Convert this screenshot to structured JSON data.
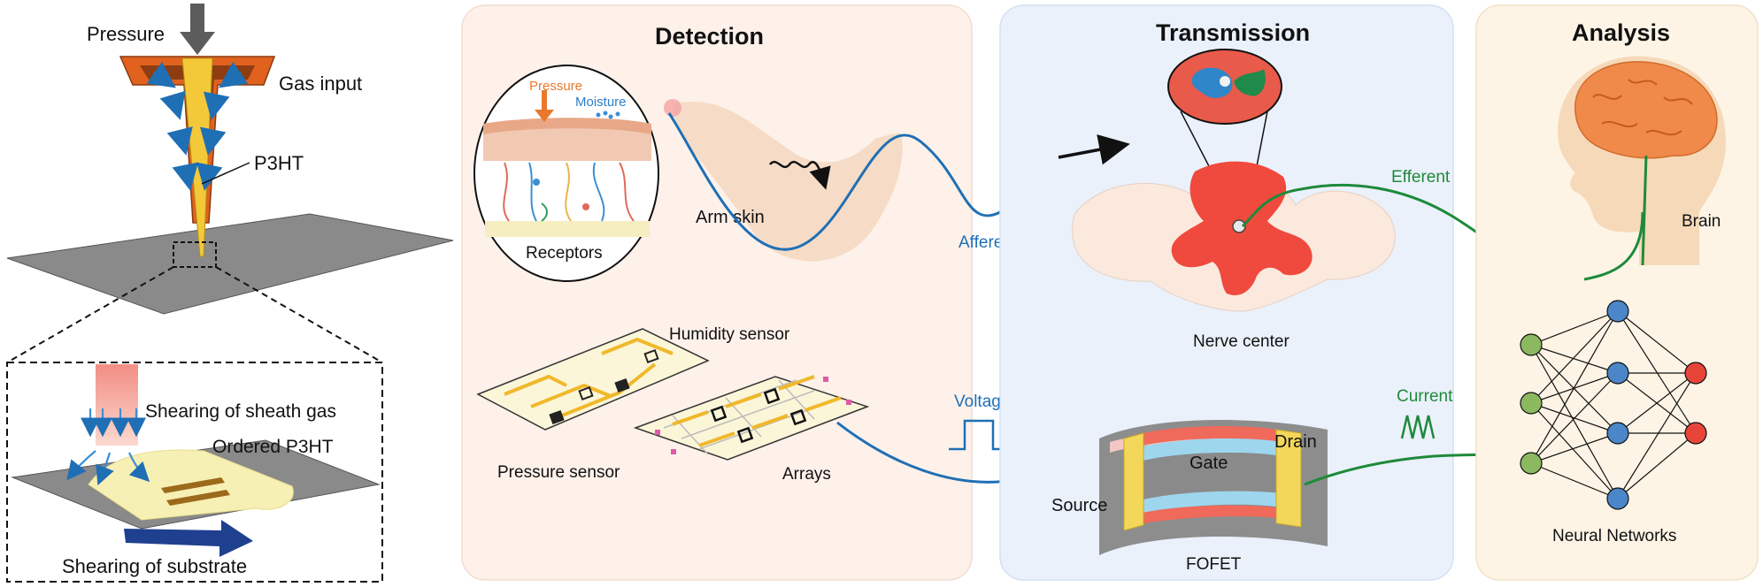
{
  "left": {
    "pressure": "Pressure",
    "gas_input": "Gas input",
    "p3ht": "P3HT",
    "shearing_sheath_gas": "Shearing of sheath gas",
    "ordered_p3ht": "Ordered P3HT",
    "shearing_substrate": "Shearing of substrate"
  },
  "detection": {
    "title": "Detection",
    "receptor_pressure": "Pressure",
    "receptor_moisture": "Moisture",
    "receptors": "Receptors",
    "arm_skin": "Arm skin",
    "afferent": "Afferent",
    "humidity_sensor": "Humidity sensor",
    "pressure_sensor": "Pressure sensor",
    "arrays": "Arrays",
    "voltage": "Voltage"
  },
  "transmission": {
    "title": "Transmission",
    "nerve_center": "Nerve center",
    "gate": "Gate",
    "drain": "Drain",
    "source": "Source",
    "fofet": "FOFET",
    "efferent": "Efferent",
    "current": "Current"
  },
  "analysis": {
    "title": "Analysis",
    "brain": "Brain",
    "neural_networks": "Neural Networks"
  },
  "colors": {
    "afferent_blue": "#1f6fb5",
    "efferent_green": "#1e8a3a",
    "nozzle_orange": "#e0621e",
    "nerve_red": "#ef4a3d",
    "sensor_yellow": "#f3c93a"
  }
}
